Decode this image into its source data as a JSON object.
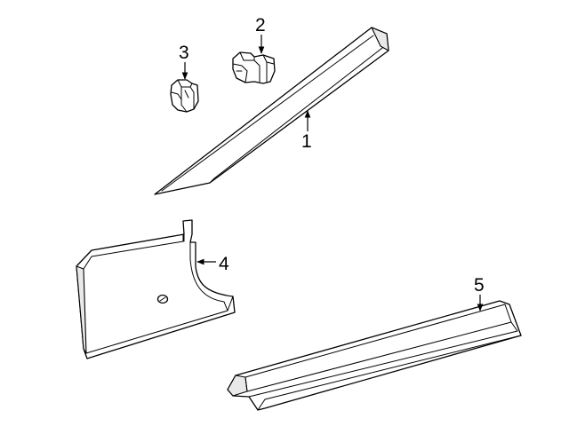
{
  "callouts": {
    "c1": "1",
    "c2": "2",
    "c3": "3",
    "c4": "4",
    "c5": "5"
  },
  "parts": [
    {
      "id": "1",
      "name": "pillar-trim-molding"
    },
    {
      "id": "2",
      "name": "retaining-clip"
    },
    {
      "id": "3",
      "name": "push-clip"
    },
    {
      "id": "4",
      "name": "kick-panel"
    },
    {
      "id": "5",
      "name": "sill-scuff-plate"
    }
  ]
}
